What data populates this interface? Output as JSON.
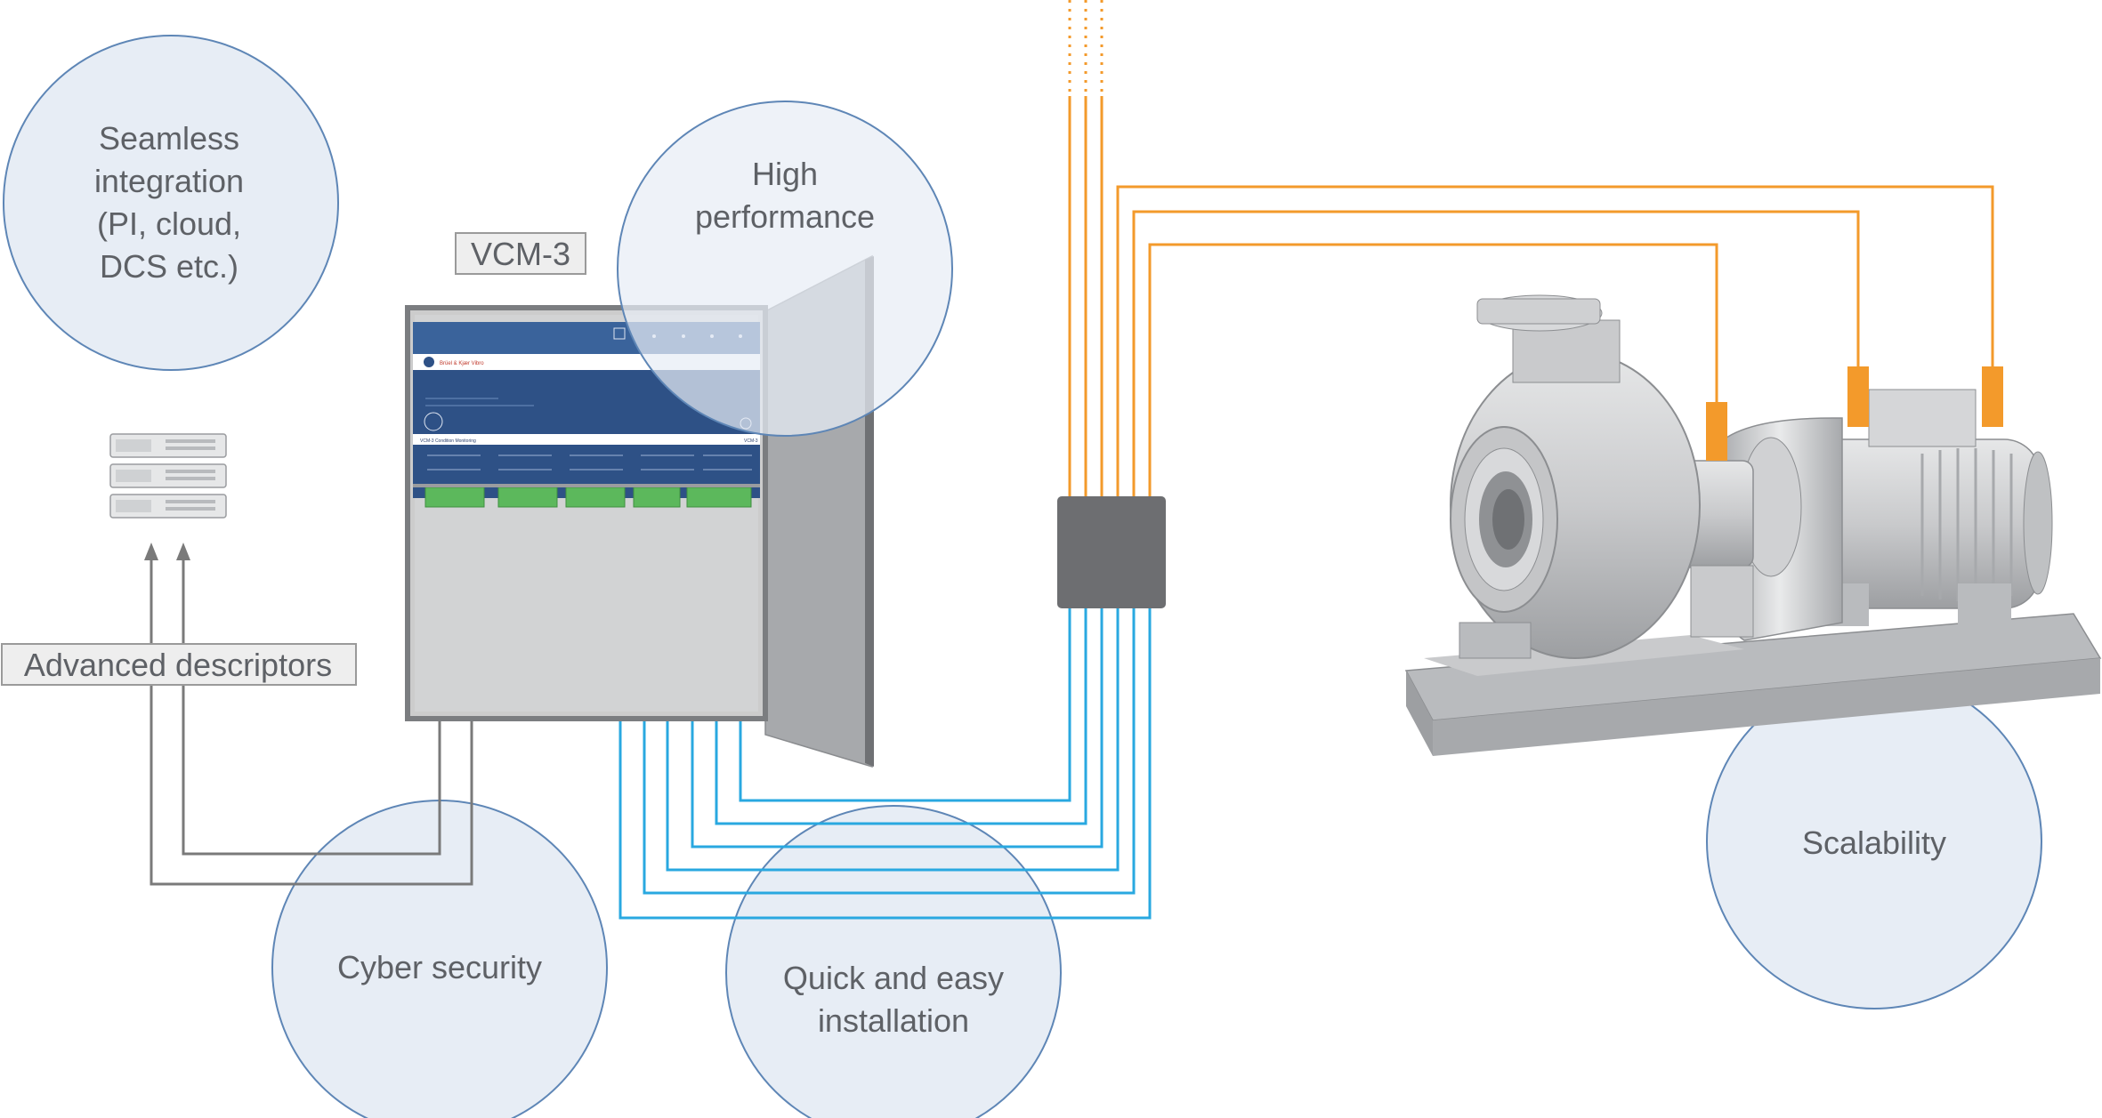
{
  "bubbles": {
    "seamless_integration": [
      "Seamless",
      "integration",
      "(PI, cloud,",
      "DCS etc.)"
    ],
    "high_performance": [
      "High",
      "performance"
    ],
    "cyber_security": [
      "Cyber security"
    ],
    "quick_easy_installation": [
      "Quick and easy",
      "installation"
    ],
    "scalability": [
      "Scalability"
    ]
  },
  "labels": {
    "device_name": "VCM-3",
    "advanced_descriptors": "Advanced descriptors",
    "panel_brand": "Brüel & Kjær Vibro",
    "panel_product": "VCM-3 Condition Monitoring",
    "panel_model": "VCM-3"
  },
  "colors": {
    "bubble_fill": "#e7edf5",
    "bubble_stroke": "#5e86b6",
    "orange": "#f39a2b",
    "blue": "#29a8e0",
    "gray_line": "#7a7a7a",
    "junction_box": "#6d6e71",
    "panel_blue": "#2e5186",
    "terminal_green": "#5cb85c"
  },
  "icons": {
    "servers": "server-rack-icon",
    "pump": "centrifugal-pump-icon",
    "junction": "junction-box-icon"
  }
}
